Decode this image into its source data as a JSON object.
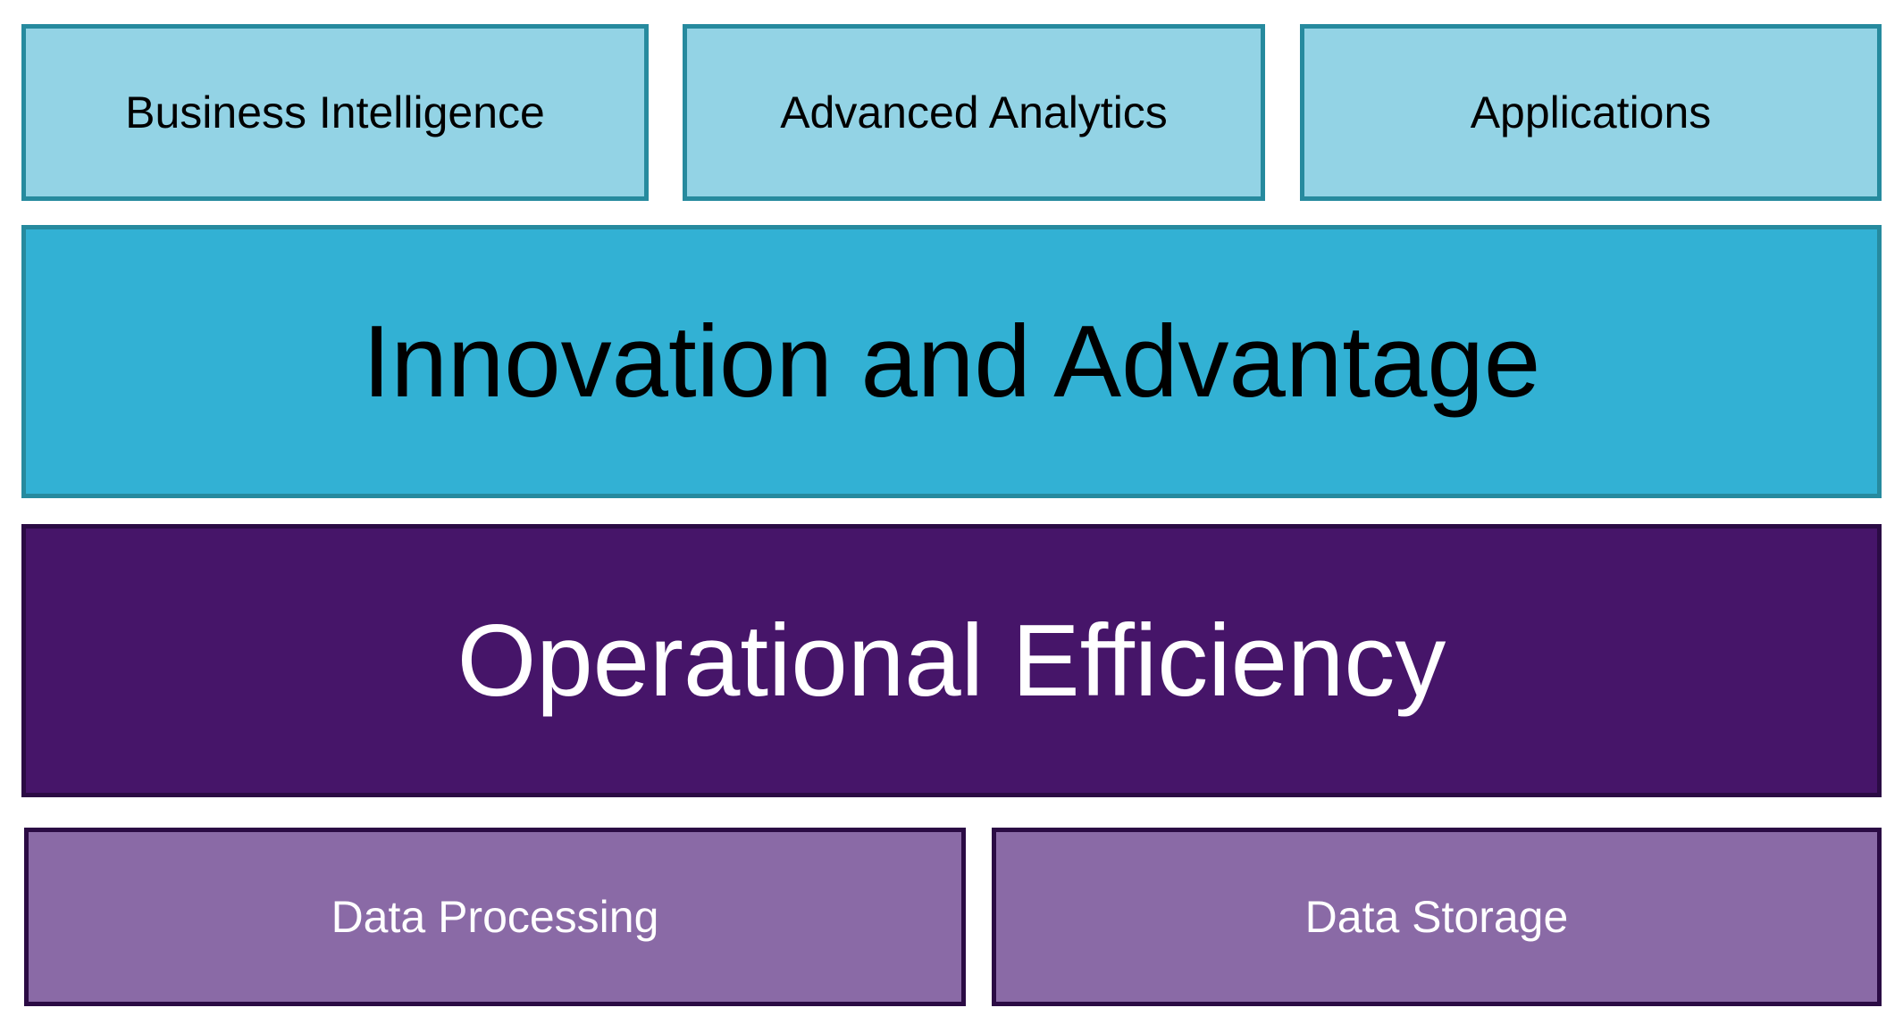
{
  "diagram": {
    "top_row": [
      {
        "label": "Business Intelligence"
      },
      {
        "label": "Advanced Analytics"
      },
      {
        "label": "Applications"
      }
    ],
    "innovation_band": {
      "label": "Innovation and Advantage"
    },
    "operational_band": {
      "label": "Operational Efficiency"
    },
    "bottom_row": [
      {
        "label": "Data Processing"
      },
      {
        "label": "Data Storage"
      }
    ]
  },
  "colors": {
    "top_box_fill": "#93d3e5",
    "teal_border": "#268a9e",
    "innovation_fill": "#32b1d4",
    "operational_fill": "#461569",
    "purple_border": "#2b0b44",
    "bottom_box_fill": "#8a6aa6"
  }
}
